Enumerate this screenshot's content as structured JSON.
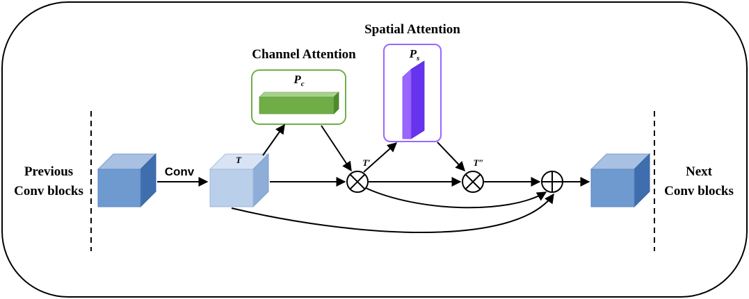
{
  "labels": {
    "previous_line1": "Previous",
    "previous_line2": "Conv blocks",
    "next_line1": "Next",
    "next_line2": "Conv blocks",
    "conv": "Conv",
    "t": "T",
    "t_prime": "T′",
    "t_double_prime": "T″",
    "channel_attention": "Channel Attention",
    "spatial_attention": "Spatial Attention",
    "pc_main": "P",
    "pc_sub": "c",
    "ps_main": "P",
    "ps_sub": "s"
  },
  "colors": {
    "cube_dark_front": "#6f9ad0",
    "cube_dark_top": "#a8c0e2",
    "cube_dark_side": "#3f6eae",
    "cube_light_front": "#b9cfea",
    "cube_light_top": "#d8e4f4",
    "cube_light_side": "#8eaed8",
    "channel_border": "#70ad47",
    "channel_bar_front": "#70ad47",
    "channel_bar_top": "#a9d18e",
    "channel_bar_side": "#4e8a2c",
    "spatial_border": "#9966ff",
    "spatial_bar_front": "#9966ff",
    "spatial_bar_side": "#6633ee",
    "spatial_bar_top": "#c5a8ff"
  }
}
